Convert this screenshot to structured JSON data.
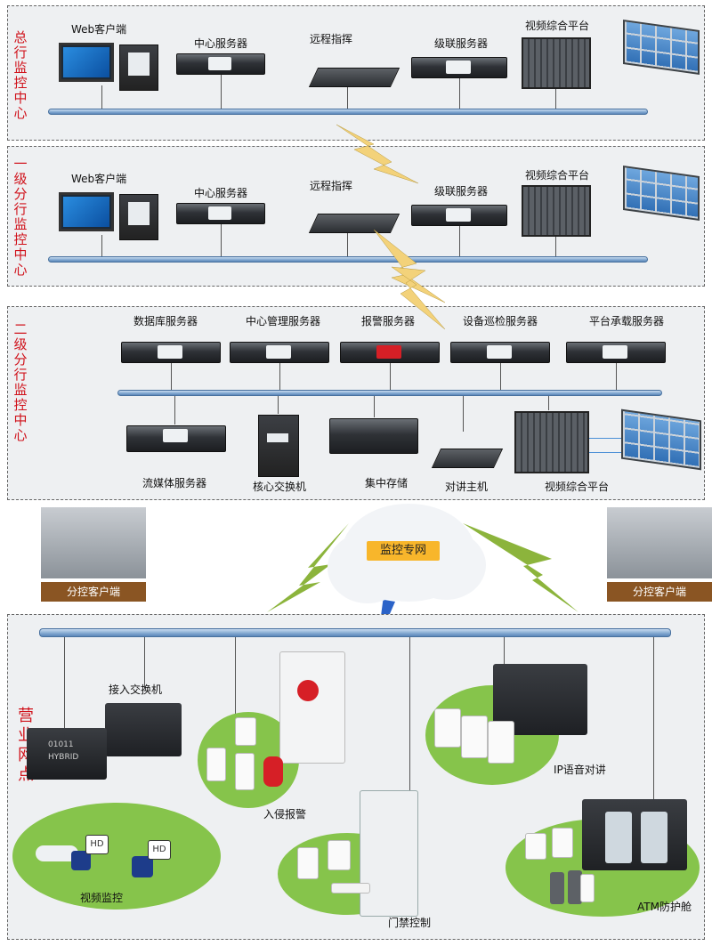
{
  "sections": {
    "head_office": "总行监控中心",
    "branch1": "一级分行监控中心",
    "branch2": "二级分行监控中心",
    "outlet": "营业网点"
  },
  "head_office_devices": {
    "web_client": "Web客户端",
    "center_server": "中心服务器",
    "remote_command": "远程指挥",
    "cascade_server": "级联服务器",
    "video_platform": "视频综合平台"
  },
  "branch1_devices": {
    "web_client": "Web客户端",
    "center_server": "中心服务器",
    "remote_command": "远程指挥",
    "cascade_server": "级联服务器",
    "video_platform": "视频综合平台"
  },
  "branch2_devices": {
    "database_server": "数据库服务器",
    "center_mgmt_server": "中心管理服务器",
    "alarm_server": "报警服务器",
    "inspection_server": "设备巡检服务器",
    "platform_server": "平台承载服务器",
    "streaming_server": "流媒体服务器",
    "core_switch": "核心交换机",
    "central_storage": "集中存储",
    "intercom_host": "对讲主机",
    "video_platform": "视频综合平台"
  },
  "network": {
    "private_net": "监控专网",
    "sub_client_left": "分控客户端",
    "sub_client_right": "分控客户端"
  },
  "outlet_devices": {
    "access_switch": "接入交换机",
    "intrusion_alarm": "入侵报警",
    "ip_intercom": "IP语音对讲",
    "video_surveillance": "视频监控",
    "access_control": "门禁控制",
    "atm_cabin": "ATM防护舱",
    "dvr_text_a": "01011",
    "dvr_text_b": "HYBRID",
    "hd_badge": "HD"
  },
  "colors": {
    "section_label": "#d0121b",
    "panel_bg": "#eef0f2",
    "bus": "#7fa6cf",
    "lightning_yellow": "#f3d27a",
    "lightning_green": "#8cb43c",
    "lightning_blue": "#2b63c8",
    "ellipse_green": "#86c44b",
    "cloud_label_bg": "#f8b62b",
    "client_label_bg": "#8a5523"
  },
  "icons": {
    "server": "rack-server-icon",
    "monitor": "monitor-icon",
    "lightning": "lightning-link-icon",
    "cloud": "cloud-network-icon",
    "camera": "camera-icon",
    "alarm": "alarm-icon"
  }
}
